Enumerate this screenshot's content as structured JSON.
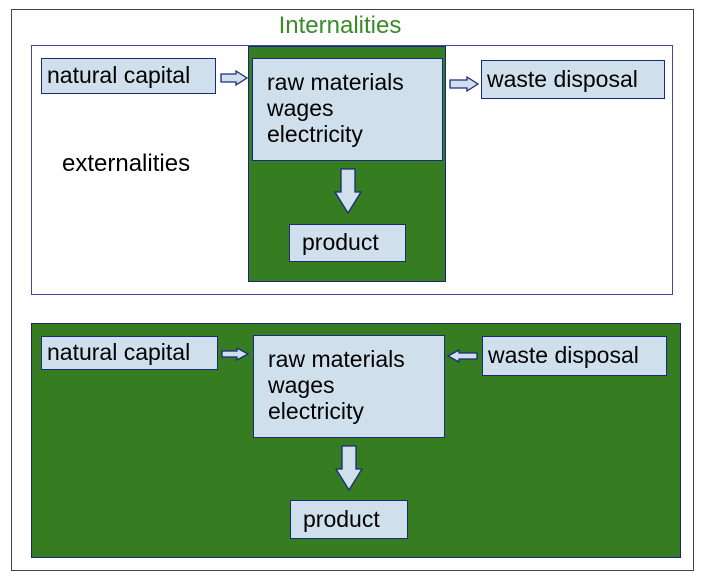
{
  "title": "Internalities",
  "top_diagram": {
    "natural_capital": "natural capital",
    "costs": [
      "raw materials",
      "wages",
      "electricity"
    ],
    "waste_disposal": "waste disposal",
    "externalities": "externalities",
    "product": "product"
  },
  "bottom_diagram": {
    "natural_capital": "natural capital",
    "costs": [
      "raw materials",
      "wages",
      "electricity"
    ],
    "waste_disposal": "waste disposal",
    "product": "product"
  },
  "colors": {
    "green": "#367d22",
    "box": "#cfe0ec",
    "title": "#3a8a2a",
    "border": "#1a2a7a"
  }
}
